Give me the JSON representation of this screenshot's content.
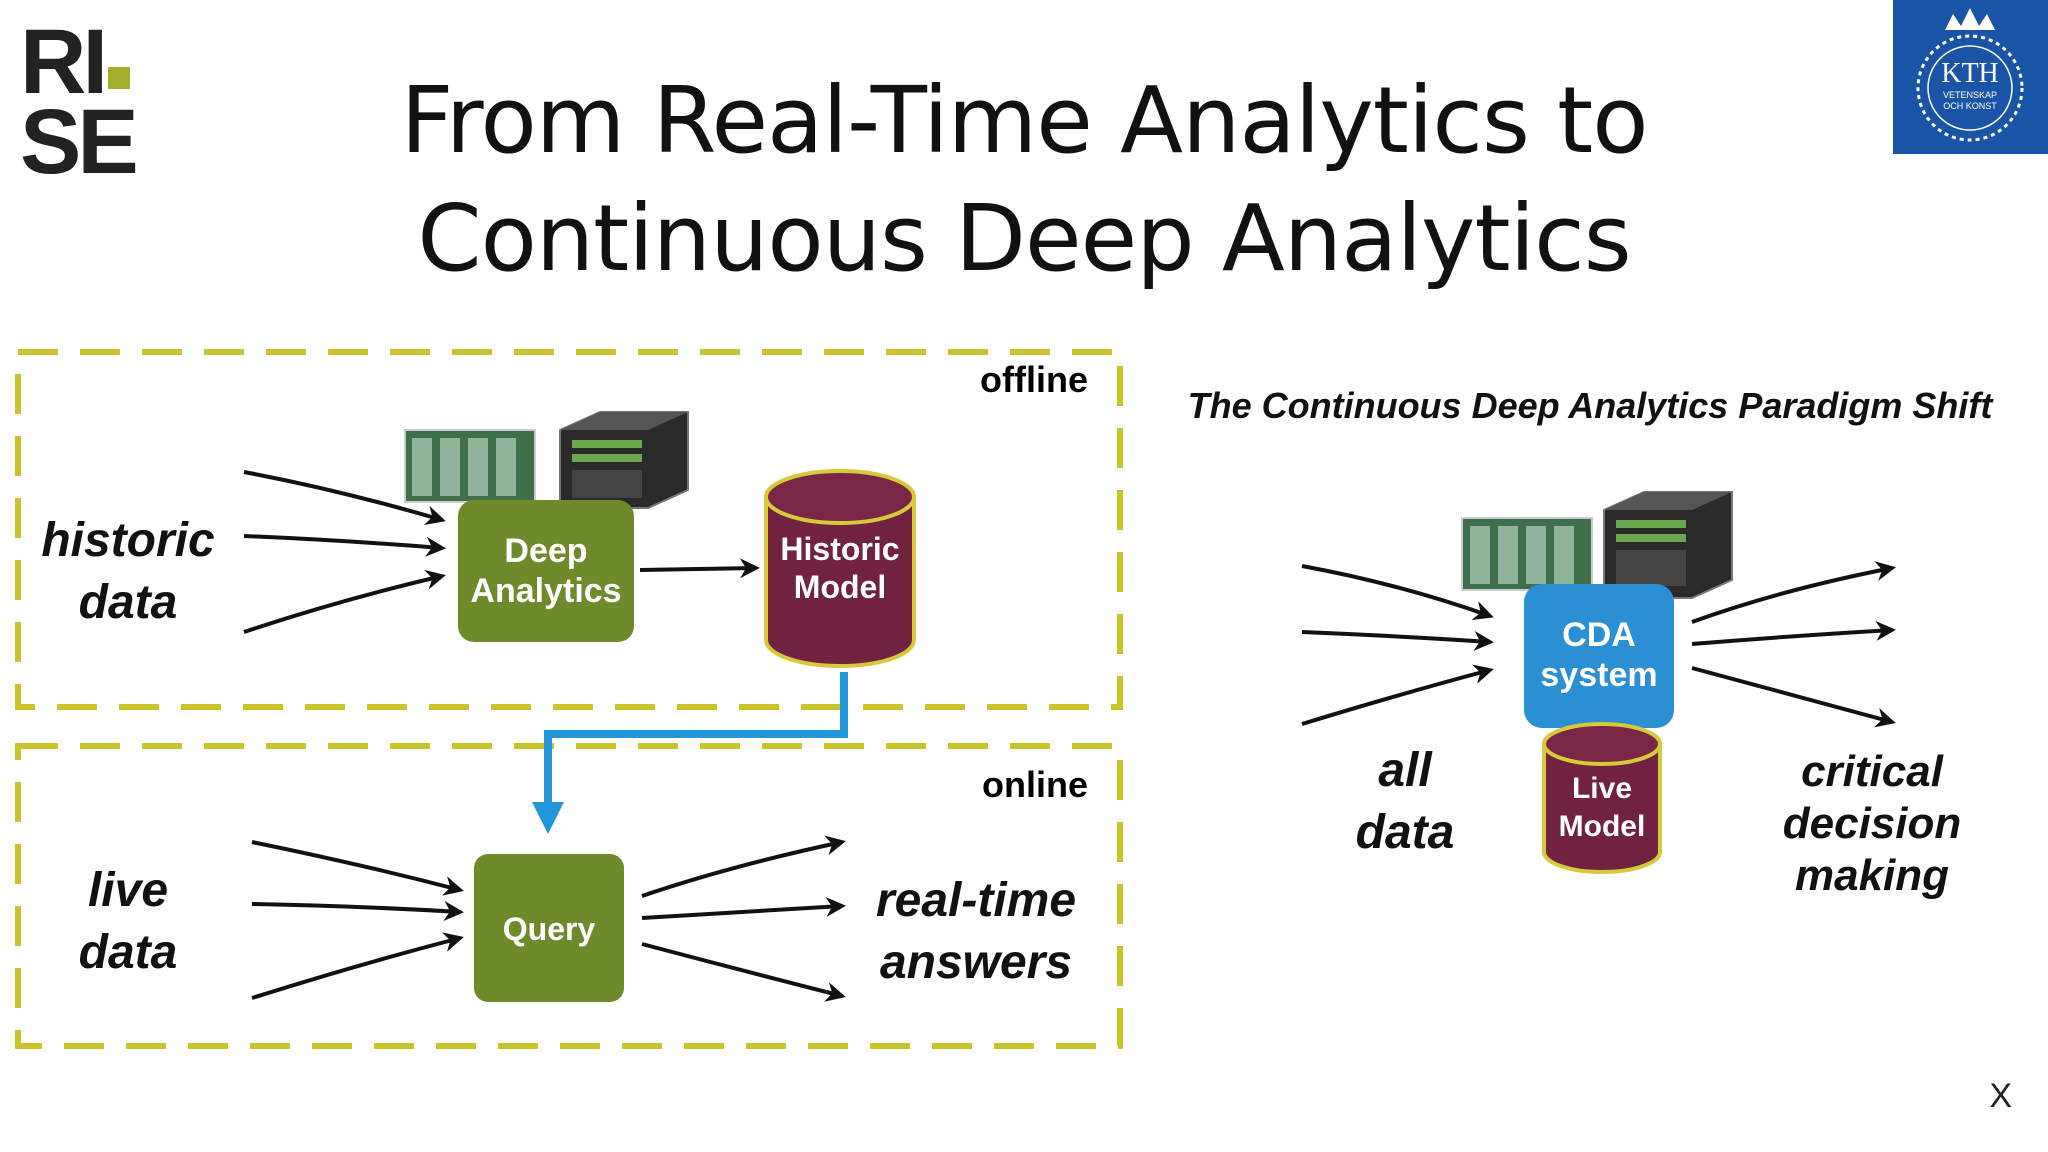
{
  "slide": {
    "title_line1": "From Real-Time Analytics to",
    "title_line2": "Continuous Deep Analytics",
    "logo_left_line1": "RI",
    "logo_left_line2": "SE",
    "logo_right": "KTH",
    "logo_right_sub1": "VETENSKAP",
    "logo_right_sub2": "OCH KONST",
    "close_label": "X"
  },
  "left": {
    "offline_label": "offline",
    "online_label": "online",
    "historic_data": [
      "historic",
      "data"
    ],
    "live_data": [
      "live",
      "data"
    ],
    "deep_analytics": [
      "Deep",
      "Analytics"
    ],
    "historic_model": [
      "Historic",
      "Model"
    ],
    "query": "Query",
    "answers": [
      "real-time",
      "answers"
    ]
  },
  "right": {
    "heading": "The Continuous Deep Analytics Paradigm Shift",
    "all_data": [
      "all",
      "data"
    ],
    "cda_system": [
      "CDA",
      "system"
    ],
    "live_model": [
      "Live",
      "Model"
    ],
    "decision": [
      "critical",
      "decision",
      "making"
    ]
  },
  "colors": {
    "olive": "#6f8a2a",
    "maroon": "#702240",
    "blue": "#2b8fd3",
    "dash": "#c8c42a",
    "connector": "#2196d8"
  }
}
